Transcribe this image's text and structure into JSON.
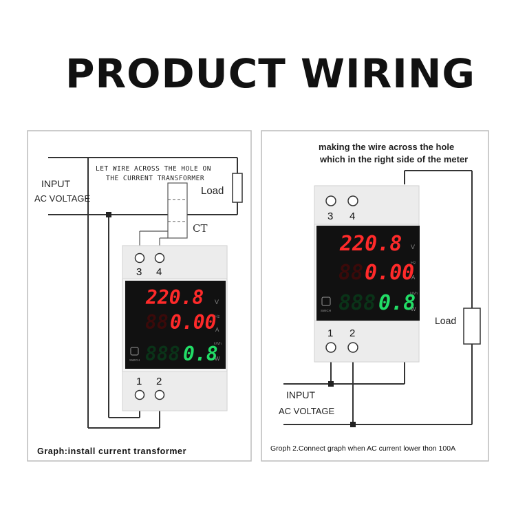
{
  "title": "PRODUCT WIRING",
  "left_panel": {
    "input_label": "INPUT",
    "ac_voltage_label": "AC VOLTAGE",
    "instruction_line1": "LET WIRE ACROSS THE HOLE ON",
    "instruction_line2": "THE CURRENT TRANSFORMER",
    "load_label": "Load",
    "ct_label": "CT",
    "terminals_top": [
      "3",
      "4"
    ],
    "terminals_bottom": [
      "1",
      "2"
    ],
    "caption": "Graph:install current transformer"
  },
  "right_panel": {
    "instruction_line1": "making the wire across the hole",
    "instruction_line2": "which in the right side of the meter",
    "load_label": "Load",
    "input_label": "INPUT",
    "ac_voltage_label": "AC VOLTAGE",
    "terminals_top": [
      "3",
      "4"
    ],
    "terminals_bottom": [
      "1",
      "2"
    ],
    "caption": "Groph 2.Connect graph when AC current lower thon 100A"
  },
  "meter": {
    "voltage_reading": "220.8",
    "current_reading": "0.00",
    "power_reading": "0.8",
    "unit_v": "V",
    "unit_hz": "Hz",
    "unit_a": "A",
    "unit_kwh": "kWh",
    "unit_w": "W",
    "switch_label": "SWICH",
    "colors": {
      "red_digits": "#ff2a2a",
      "green_digits": "#22dd66",
      "display_bg": "#111111"
    }
  }
}
